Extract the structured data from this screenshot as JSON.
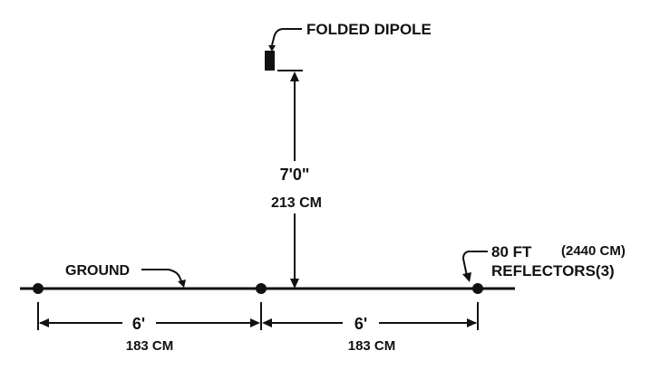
{
  "labels": {
    "folded_dipole": "FOLDED DIPOLE",
    "height_ft": "7'0\"",
    "height_cm": "213 CM",
    "ground": "GROUND",
    "reflector_len_ft": "80 FT",
    "reflector_len_cm": "(2440 CM)",
    "reflectors": "REFLECTORS(3)",
    "spacing_left_ft": "6'",
    "spacing_left_cm": "183 CM",
    "spacing_right_ft": "6'",
    "spacing_right_cm": "183 CM"
  },
  "colors": {
    "ink": "#111111",
    "paper": "#ffffff"
  }
}
